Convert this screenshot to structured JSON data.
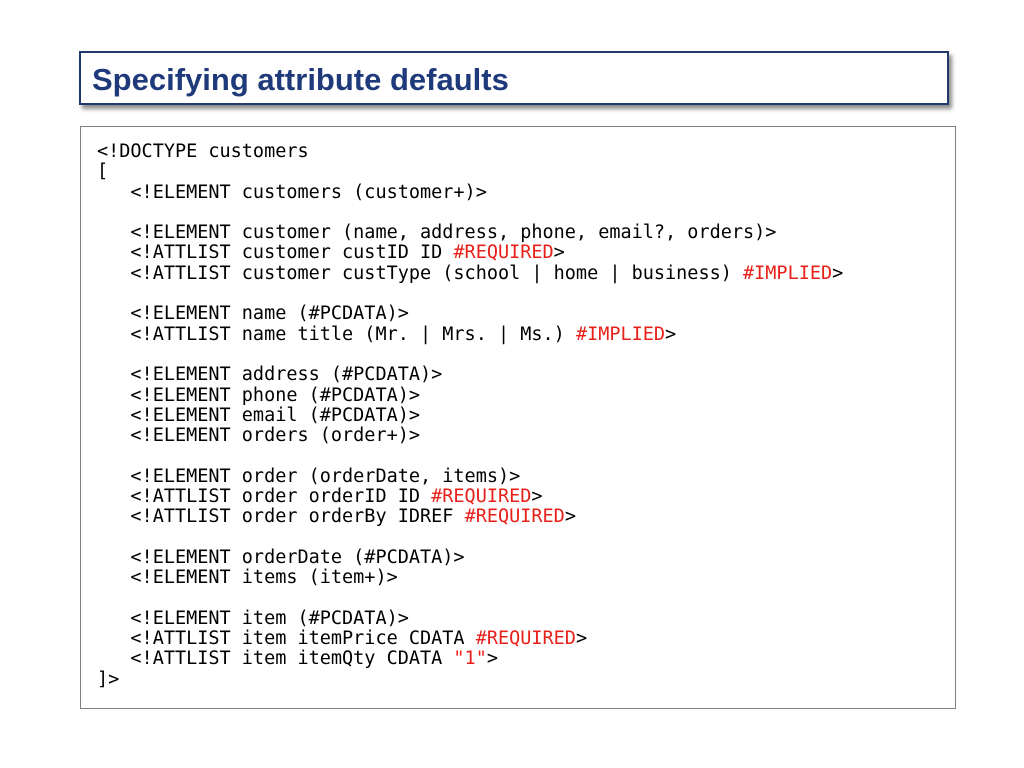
{
  "slide": {
    "title": "Specifying attribute defaults"
  },
  "code": {
    "lines": [
      {
        "parts": [
          {
            "t": "<!DOCTYPE customers",
            "hl": false
          }
        ]
      },
      {
        "parts": [
          {
            "t": "[",
            "hl": false
          }
        ]
      },
      {
        "parts": [
          {
            "t": "   <!ELEMENT customers (customer+)>",
            "hl": false
          }
        ]
      },
      {
        "parts": [
          {
            "t": "",
            "hl": false
          }
        ]
      },
      {
        "parts": [
          {
            "t": "   <!ELEMENT customer (name, address, phone, email?, orders)>",
            "hl": false
          }
        ]
      },
      {
        "parts": [
          {
            "t": "   <!ATTLIST customer custID ID ",
            "hl": false
          },
          {
            "t": "#REQUIRED",
            "hl": true
          },
          {
            "t": ">",
            "hl": false
          }
        ]
      },
      {
        "parts": [
          {
            "t": "   <!ATTLIST customer custType (school | home | business) ",
            "hl": false
          },
          {
            "t": "#IMPLIED",
            "hl": true
          },
          {
            "t": ">",
            "hl": false
          }
        ]
      },
      {
        "parts": [
          {
            "t": "",
            "hl": false
          }
        ]
      },
      {
        "parts": [
          {
            "t": "   <!ELEMENT name (#PCDATA)>",
            "hl": false
          }
        ]
      },
      {
        "parts": [
          {
            "t": "   <!ATTLIST name title (Mr. | Mrs. | Ms.) ",
            "hl": false
          },
          {
            "t": "#IMPLIED",
            "hl": true
          },
          {
            "t": ">",
            "hl": false
          }
        ]
      },
      {
        "parts": [
          {
            "t": "",
            "hl": false
          }
        ]
      },
      {
        "parts": [
          {
            "t": "   <!ELEMENT address (#PCDATA)>",
            "hl": false
          }
        ]
      },
      {
        "parts": [
          {
            "t": "   <!ELEMENT phone (#PCDATA)>",
            "hl": false
          }
        ]
      },
      {
        "parts": [
          {
            "t": "   <!ELEMENT email (#PCDATA)>",
            "hl": false
          }
        ]
      },
      {
        "parts": [
          {
            "t": "   <!ELEMENT orders (order+)>",
            "hl": false
          }
        ]
      },
      {
        "parts": [
          {
            "t": "",
            "hl": false
          }
        ]
      },
      {
        "parts": [
          {
            "t": "   <!ELEMENT order (orderDate, items)>",
            "hl": false
          }
        ]
      },
      {
        "parts": [
          {
            "t": "   <!ATTLIST order orderID ID ",
            "hl": false
          },
          {
            "t": "#REQUIRED",
            "hl": true
          },
          {
            "t": ">",
            "hl": false
          }
        ]
      },
      {
        "parts": [
          {
            "t": "   <!ATTLIST order orderBy IDREF ",
            "hl": false
          },
          {
            "t": "#REQUIRED",
            "hl": true
          },
          {
            "t": ">",
            "hl": false
          }
        ]
      },
      {
        "parts": [
          {
            "t": "",
            "hl": false
          }
        ]
      },
      {
        "parts": [
          {
            "t": "   <!ELEMENT orderDate (#PCDATA)>",
            "hl": false
          }
        ]
      },
      {
        "parts": [
          {
            "t": "   <!ELEMENT items (item+)>",
            "hl": false
          }
        ]
      },
      {
        "parts": [
          {
            "t": "",
            "hl": false
          }
        ]
      },
      {
        "parts": [
          {
            "t": "   <!ELEMENT item (#PCDATA)>",
            "hl": false
          }
        ]
      },
      {
        "parts": [
          {
            "t": "   <!ATTLIST item itemPrice CDATA ",
            "hl": false
          },
          {
            "t": "#REQUIRED",
            "hl": true
          },
          {
            "t": ">",
            "hl": false
          }
        ]
      },
      {
        "parts": [
          {
            "t": "   <!ATTLIST item itemQty CDATA ",
            "hl": false
          },
          {
            "t": "\"1\"",
            "hl": true
          },
          {
            "t": ">",
            "hl": false
          }
        ]
      },
      {
        "parts": [
          {
            "t": "]>",
            "hl": false
          }
        ]
      }
    ]
  },
  "colors": {
    "title": "#1f3a7a",
    "highlight": "#e8201a",
    "code_text": "#000000"
  }
}
